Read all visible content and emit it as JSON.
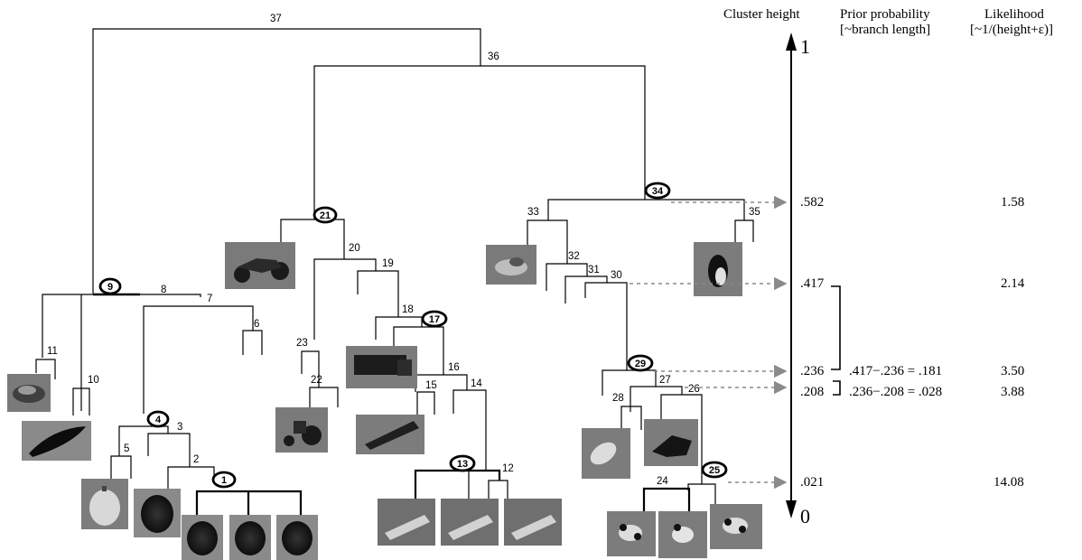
{
  "header": {
    "cluster_height": "Cluster height",
    "prior_line1": "Prior probability",
    "prior_line2": "[~branch length]",
    "likelihood_line1": "Likelihood",
    "likelihood_line2": "[~1/(height+ε)]"
  },
  "axis": {
    "top_label": "1",
    "bottom_label": "0"
  },
  "heights": [
    {
      "label": ".582",
      "likelihood": "1.58",
      "prior": ""
    },
    {
      "label": ".417",
      "likelihood": "2.14",
      "prior": ""
    },
    {
      "label": ".236",
      "likelihood": "3.50",
      "prior": ".417−.236 = .181"
    },
    {
      "label": ".208",
      "likelihood": "3.88",
      "prior": ".236−.208 = .028"
    },
    {
      "label": ".021",
      "likelihood": "14.08",
      "prior": ""
    }
  ],
  "node_numbers": {
    "n2": "2",
    "n3": "3",
    "n5": "5",
    "n6": "6",
    "n7": "7",
    "n8": "8",
    "n10": "10",
    "n11": "11",
    "n12": "12",
    "n14": "14",
    "n15": "15",
    "n16": "16",
    "n18": "18",
    "n19": "19",
    "n20": "20",
    "n22": "22",
    "n23": "23",
    "n24": "24",
    "n26": "26",
    "n27": "27",
    "n28": "28",
    "n30": "30",
    "n31": "31",
    "n32": "32",
    "n33": "33",
    "n35": "35",
    "n36": "36",
    "n37": "37"
  },
  "circled_nodes": {
    "c1": "1",
    "c4": "4",
    "c9": "9",
    "c13": "13",
    "c17": "17",
    "c21": "21",
    "c25": "25",
    "c29": "29",
    "c34": "34"
  }
}
